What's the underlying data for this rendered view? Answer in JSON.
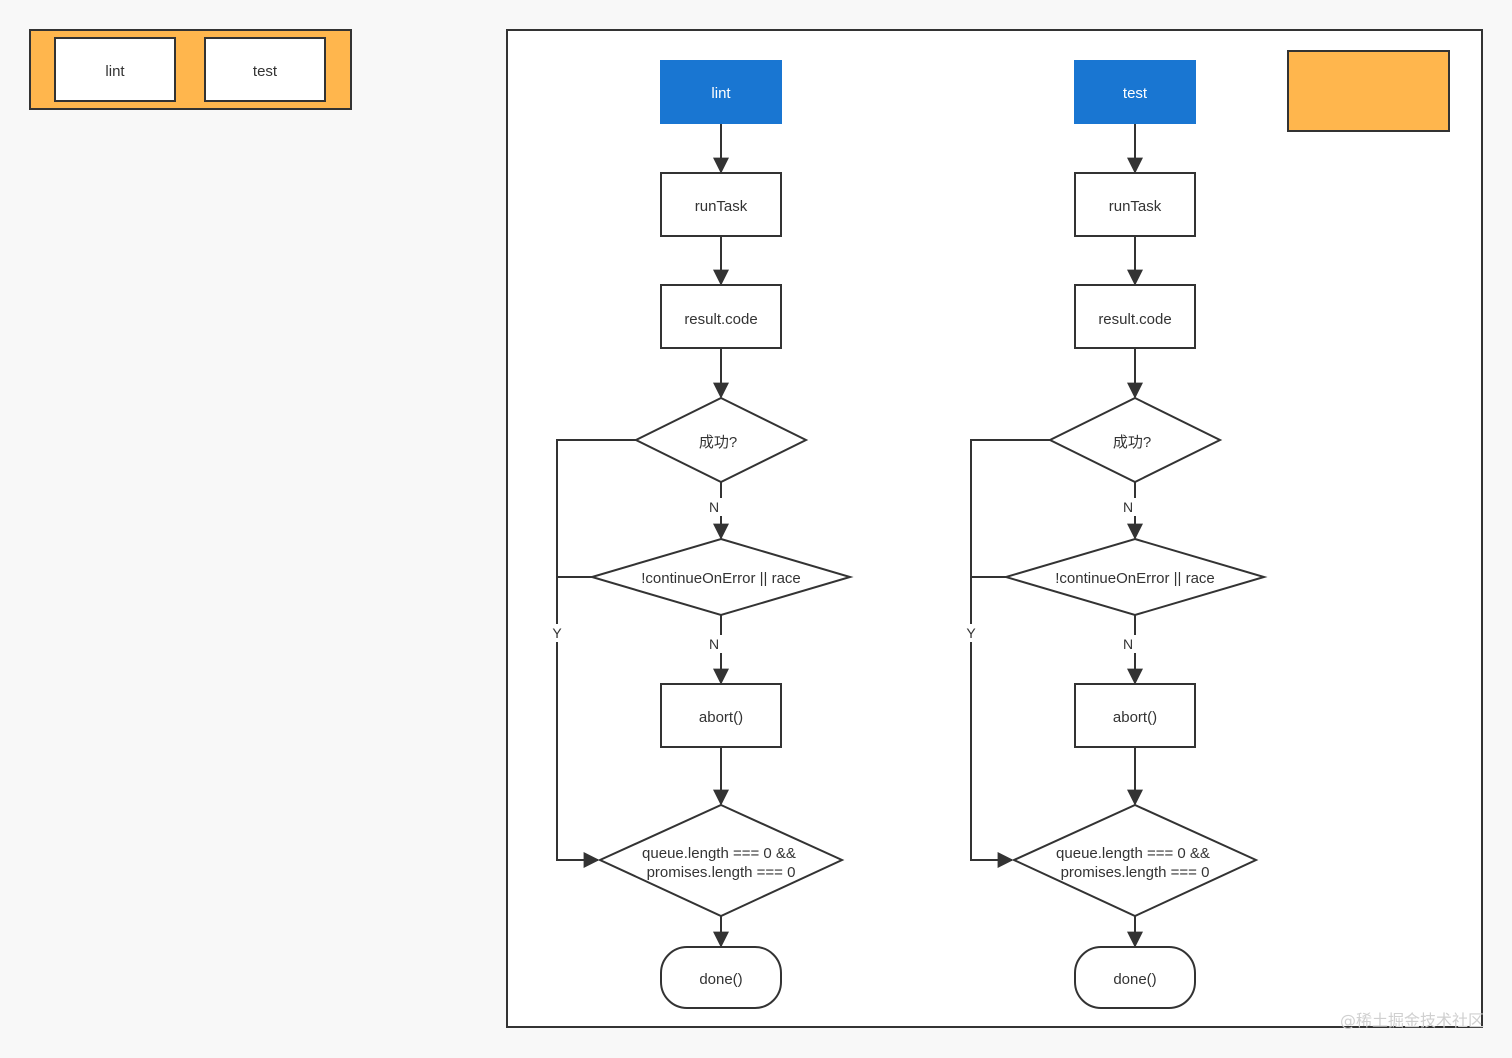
{
  "legend": {
    "items": [
      "lint",
      "test"
    ],
    "fill": "#FFB64D"
  },
  "flows": [
    {
      "start": "lint",
      "run_task": "runTask",
      "result": "result.code",
      "success_check": "成功?",
      "continue_check": "!continueOnError || race",
      "abort": "abort()",
      "queue_check_line1": "queue.length === 0 &&",
      "queue_check_line2": "promises.length === 0",
      "done": "done()",
      "label_n1": "N",
      "label_n2": "N",
      "label_y": "Y"
    },
    {
      "start": "test",
      "run_task": "runTask",
      "result": "result.code",
      "success_check": "成功?",
      "continue_check": "!continueOnError || race",
      "abort": "abort()",
      "queue_check_line1": "queue.length === 0 &&",
      "queue_check_line2": "promises.length === 0",
      "done": "done()",
      "label_n1": "N",
      "label_n2": "N",
      "label_y": "Y"
    }
  ],
  "colors": {
    "start_fill": "#1976D2",
    "accent_fill": "#FFB64D",
    "stroke": "#333333"
  },
  "watermark": "@稀土掘金技术社区"
}
